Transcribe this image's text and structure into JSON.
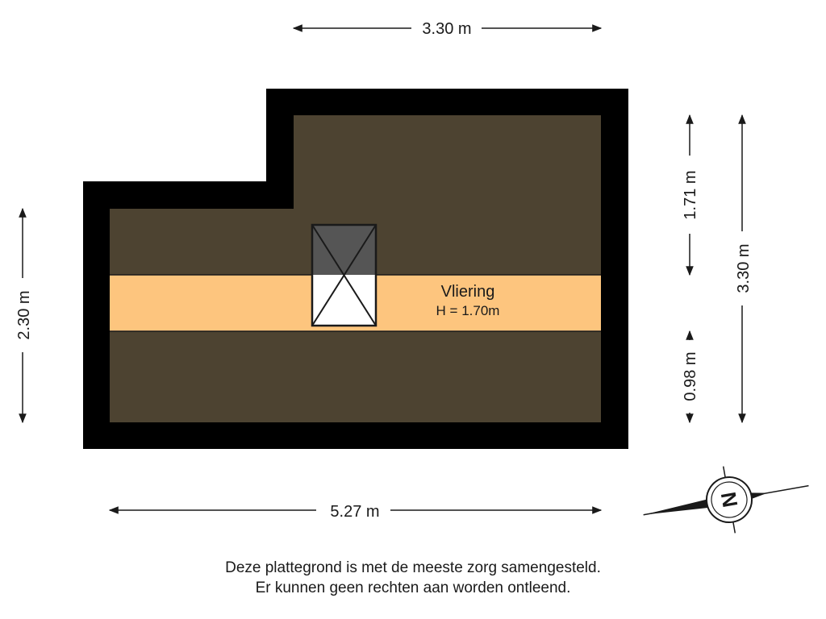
{
  "dimensions": {
    "top_width": "3.30 m",
    "bottom_width": "5.27 m",
    "left_height": "2.30 m",
    "right_upper": "1.71 m",
    "right_lower": "0.98 m",
    "right_total": "3.30 m"
  },
  "room": {
    "name": "Vliering",
    "height_label": "H = 1.70m"
  },
  "compass": {
    "label": "N"
  },
  "disclaimer": {
    "line1": "Deze plattegrond is met de meeste zorg samengesteld.",
    "line2": "Er kunnen geen rechten aan worden ontleend."
  },
  "colors": {
    "wall": "#000000",
    "floor": "#4d4331",
    "headroom_band": "#fdc57e",
    "hatch_top": "#555555",
    "hatch_bottom": "#ffffff"
  }
}
